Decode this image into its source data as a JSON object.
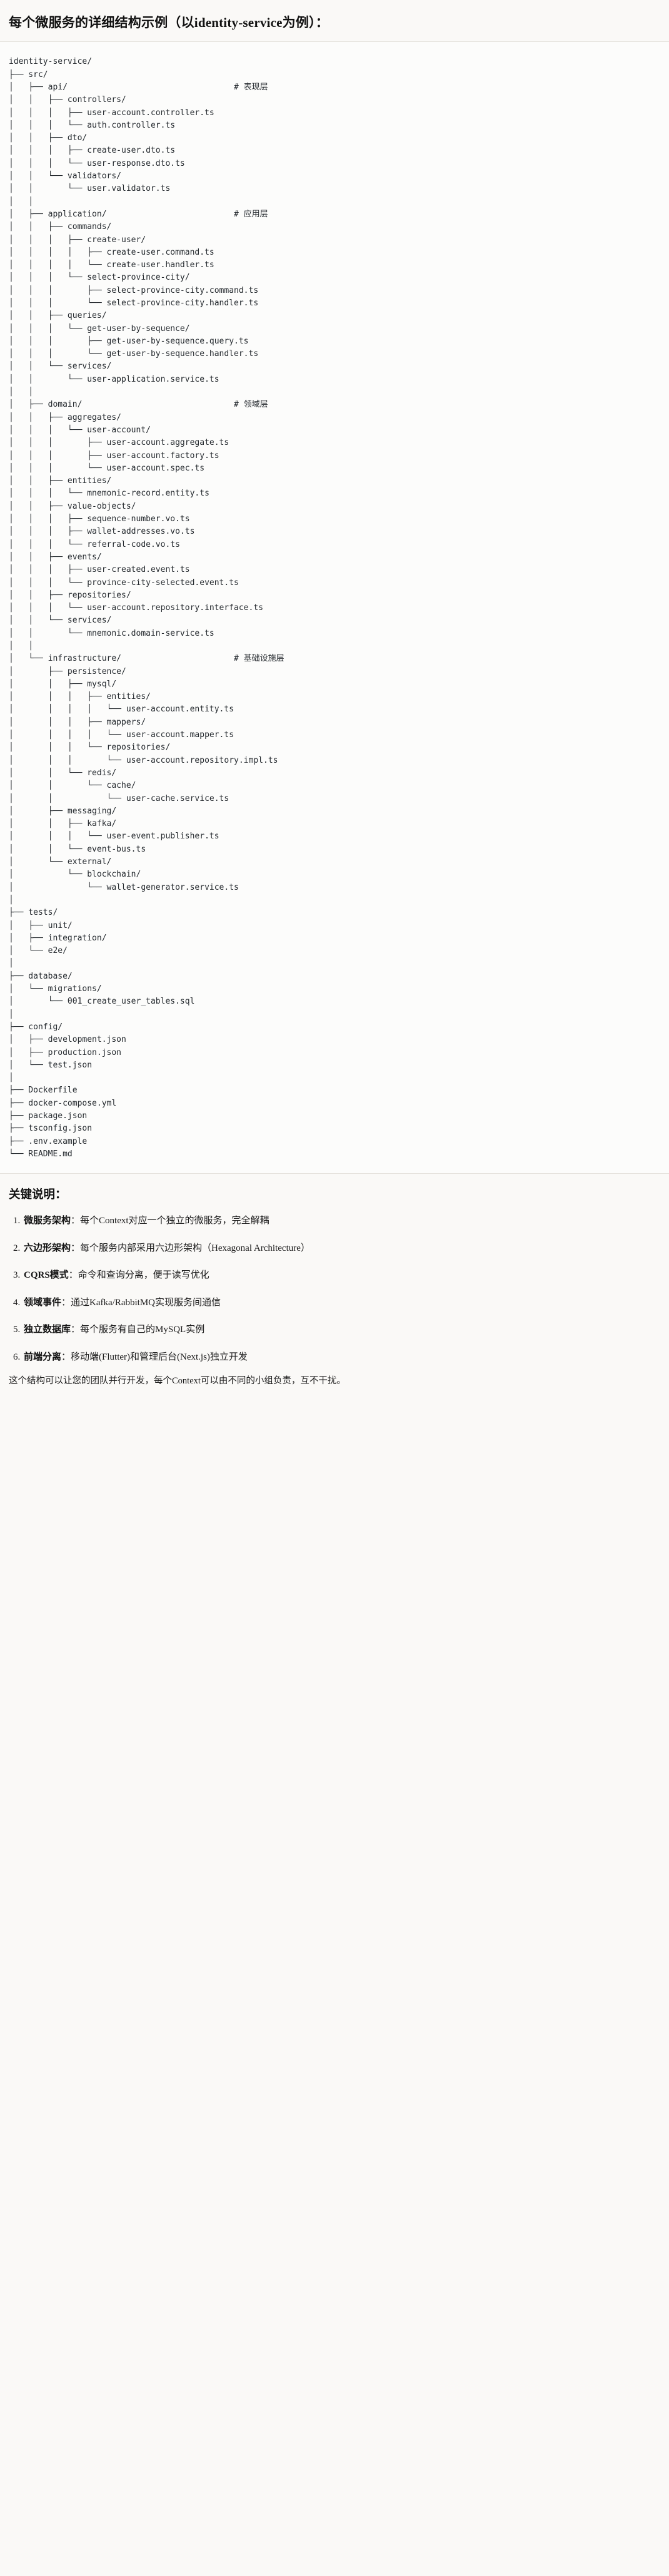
{
  "header": {
    "title": "每个微服务的详细结构示例（以identity-service为例）："
  },
  "code_block": {
    "language": "text",
    "tree": "identity-service/\n├── src/\n│   ├── api/                                  # 表现层\n│   │   ├── controllers/\n│   │   │   ├── user-account.controller.ts\n│   │   │   └── auth.controller.ts\n│   │   ├── dto/\n│   │   │   ├── create-user.dto.ts\n│   │   │   └── user-response.dto.ts\n│   │   └── validators/\n│   │       └── user.validator.ts\n│   │\n│   ├── application/                          # 应用层\n│   │   ├── commands/\n│   │   │   ├── create-user/\n│   │   │   │   ├── create-user.command.ts\n│   │   │   │   └── create-user.handler.ts\n│   │   │   └── select-province-city/\n│   │   │       ├── select-province-city.command.ts\n│   │   │       └── select-province-city.handler.ts\n│   │   ├── queries/\n│   │   │   └── get-user-by-sequence/\n│   │   │       ├── get-user-by-sequence.query.ts\n│   │   │       └── get-user-by-sequence.handler.ts\n│   │   └── services/\n│   │       └── user-application.service.ts\n│   │\n│   ├── domain/                               # 领域层\n│   │   ├── aggregates/\n│   │   │   └── user-account/\n│   │   │       ├── user-account.aggregate.ts\n│   │   │       ├── user-account.factory.ts\n│   │   │       └── user-account.spec.ts\n│   │   ├── entities/\n│   │   │   └── mnemonic-record.entity.ts\n│   │   ├── value-objects/\n│   │   │   ├── sequence-number.vo.ts\n│   │   │   ├── wallet-addresses.vo.ts\n│   │   │   └── referral-code.vo.ts\n│   │   ├── events/\n│   │   │   ├── user-created.event.ts\n│   │   │   └── province-city-selected.event.ts\n│   │   ├── repositories/\n│   │   │   └── user-account.repository.interface.ts\n│   │   └── services/\n│   │       └── mnemonic.domain-service.ts\n│   │\n│   └── infrastructure/                       # 基础设施层\n│       ├── persistence/\n│       │   ├── mysql/\n│       │   │   ├── entities/\n│       │   │   │   └── user-account.entity.ts\n│       │   │   ├── mappers/\n│       │   │   │   └── user-account.mapper.ts\n│       │   │   └── repositories/\n│       │   │       └── user-account.repository.impl.ts\n│       │   └── redis/\n│       │       └── cache/\n│       │           └── user-cache.service.ts\n│       ├── messaging/\n│       │   ├── kafka/\n│       │   │   └── user-event.publisher.ts\n│       │   └── event-bus.ts\n│       └── external/\n│           └── blockchain/\n│               └── wallet-generator.service.ts\n│\n├── tests/\n│   ├── unit/\n│   ├── integration/\n│   └── e2e/\n│\n├── database/\n│   └── migrations/\n│       └── 001_create_user_tables.sql\n│\n├── config/\n│   ├── development.json\n│   ├── production.json\n│   └── test.json\n│\n├── Dockerfile\n├── docker-compose.yml\n├── package.json\n├── tsconfig.json\n├── .env.example\n└── README.md"
  },
  "notes": {
    "heading": "关键说明：",
    "items": [
      {
        "term": "微服务架构",
        "sep": "：",
        "desc": "每个Context对应一个独立的微服务，完全解耦"
      },
      {
        "term": "六边形架构",
        "sep": "：",
        "desc": "每个服务内部采用六边形架构（Hexagonal Architecture）"
      },
      {
        "term": "CQRS模式",
        "sep": "：",
        "desc": "命令和查询分离，便于读写优化"
      },
      {
        "term": "领域事件",
        "sep": "：",
        "desc": "通过Kafka/RabbitMQ实现服务间通信"
      },
      {
        "term": "独立数据库",
        "sep": "：",
        "desc": "每个服务有自己的MySQL实例"
      },
      {
        "term": "前端分离",
        "sep": "：",
        "desc": "移动端(Flutter)和管理后台(Next.js)独立开发"
      }
    ],
    "closing": "这个结构可以让您的团队并行开发，每个Context可以由不同的小组负责，互不干扰。"
  }
}
